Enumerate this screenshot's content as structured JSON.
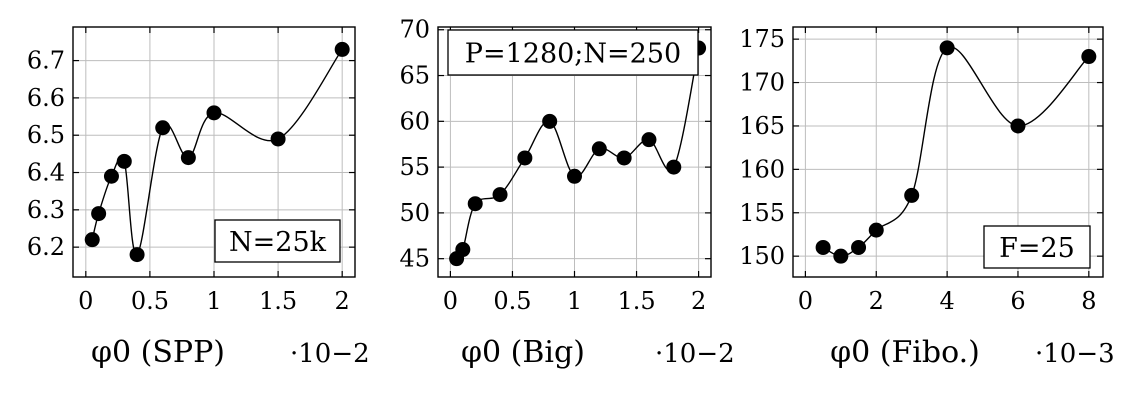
{
  "chart_data": [
    {
      "type": "line",
      "xlabel": "φ0 (SPP)",
      "x_exponent": "·10−2",
      "legend": "N=25k",
      "legend_position": "bottom-right",
      "grid": true,
      "xlim": [
        -0.1,
        2.1
      ],
      "ylim": [
        6.12,
        6.79
      ],
      "xticks": [
        0,
        0.5,
        1,
        1.5,
        2
      ],
      "xtick_labels": [
        "0",
        "0.5",
        "1",
        "1.5",
        "2"
      ],
      "yticks": [
        6.2,
        6.3,
        6.4,
        6.5,
        6.6,
        6.7
      ],
      "ytick_labels": [
        "6.2",
        "6.3",
        "6.4",
        "6.5",
        "6.6",
        "6.7"
      ],
      "series": [
        {
          "x": [
            0.05,
            0.1,
            0.2,
            0.3,
            0.4,
            0.6,
            0.8,
            1.0,
            1.5,
            2.0
          ],
          "y": [
            6.22,
            6.29,
            6.39,
            6.43,
            6.18,
            6.52,
            6.44,
            6.56,
            6.49,
            6.73
          ]
        }
      ]
    },
    {
      "type": "line",
      "xlabel": "φ0 (Big)",
      "x_exponent": "·10−2",
      "legend": "P=1280;N=250",
      "legend_position": "top-left",
      "grid": true,
      "xlim": [
        -0.1,
        2.1
      ],
      "ylim": [
        43.0,
        70.3
      ],
      "xticks": [
        0,
        0.5,
        1,
        1.5,
        2
      ],
      "xtick_labels": [
        "0",
        "0.5",
        "1",
        "1.5",
        "2"
      ],
      "yticks": [
        45,
        50,
        55,
        60,
        65,
        70
      ],
      "ytick_labels": [
        "45",
        "50",
        "55",
        "60",
        "65",
        "70"
      ],
      "series": [
        {
          "x": [
            0.05,
            0.1,
            0.2,
            0.4,
            0.6,
            0.8,
            1.0,
            1.2,
            1.4,
            1.6,
            1.8,
            2.0
          ],
          "y": [
            45,
            46,
            51,
            52,
            56,
            60,
            54,
            57,
            56,
            58,
            55,
            68
          ]
        }
      ]
    },
    {
      "type": "line",
      "xlabel": "φ0 (Fibo.)",
      "x_exponent": "·10−3",
      "legend": "F=25",
      "legend_position": "bottom-right",
      "grid": true,
      "xlim": [
        -0.35,
        8.4
      ],
      "ylim": [
        147.6,
        176.4
      ],
      "xticks": [
        0,
        2,
        4,
        6,
        8
      ],
      "xtick_labels": [
        "0",
        "2",
        "4",
        "6",
        "8"
      ],
      "yticks": [
        150,
        155,
        160,
        165,
        170,
        175
      ],
      "ytick_labels": [
        "150",
        "155",
        "160",
        "165",
        "170",
        "175"
      ],
      "series": [
        {
          "x": [
            0.5,
            1.0,
            1.5,
            2.0,
            3.0,
            4.0,
            6.0,
            8.0
          ],
          "y": [
            151,
            150,
            151,
            153,
            157,
            174,
            165,
            173
          ]
        }
      ]
    }
  ]
}
